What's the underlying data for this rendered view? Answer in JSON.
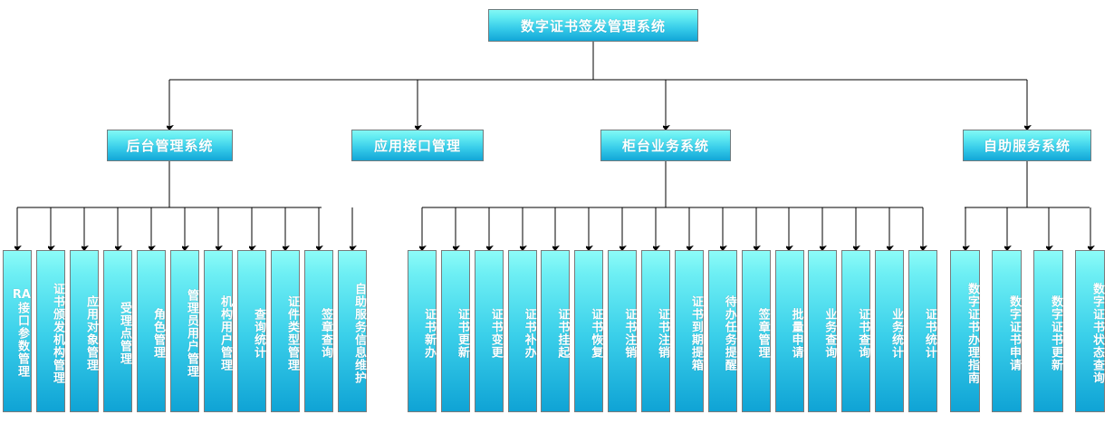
{
  "diagram": {
    "title": "数字证书签发管理系统",
    "type": "org-chart",
    "colors": {
      "box_top": "#8dfcf8",
      "box_bottom": "#0fa3d5",
      "box_border": "#7a7a7a",
      "text": "#ffffff",
      "connector": "#000000",
      "background": "#ffffff"
    },
    "root": {
      "label": "数字证书签发管理系统"
    },
    "branches": [
      {
        "label": "后台管理系统",
        "children": [
          {
            "label": "RA接口参数管理",
            "latin_prefix": "RA",
            "rest": "接口参数管理"
          },
          {
            "label": "证书颁发机构管理"
          },
          {
            "label": "应用对象管理"
          },
          {
            "label": "受理点管理"
          },
          {
            "label": "角色管理"
          },
          {
            "label": "管理员用户管理"
          },
          {
            "label": "机构用户管理"
          },
          {
            "label": "查询统计"
          },
          {
            "label": "证件类型管理"
          },
          {
            "label": "签章查询"
          },
          {
            "label": "自助服务信息维护"
          }
        ]
      },
      {
        "label": "应用接口管理",
        "children": []
      },
      {
        "label": "柜台业务系统",
        "children": [
          {
            "label": "证书新办"
          },
          {
            "label": "证书更新"
          },
          {
            "label": "证书变更"
          },
          {
            "label": "证书补办"
          },
          {
            "label": "证书挂起"
          },
          {
            "label": "证书恢复"
          },
          {
            "label": "证书注销"
          },
          {
            "label": "证书注销"
          },
          {
            "label": "证书到期提箱"
          },
          {
            "label": "待办任务提醒"
          },
          {
            "label": "签章管理"
          },
          {
            "label": "批量申请"
          },
          {
            "label": "业务查询"
          },
          {
            "label": "证书查询"
          },
          {
            "label": "业务统计"
          },
          {
            "label": "证书统计"
          }
        ]
      },
      {
        "label": "自助服务系统",
        "children": [
          {
            "label": "数字证书办理指南"
          },
          {
            "label": "数字证书申请"
          },
          {
            "label": "数字证书更新"
          },
          {
            "label": "数字证书状态查询"
          }
        ]
      }
    ]
  }
}
